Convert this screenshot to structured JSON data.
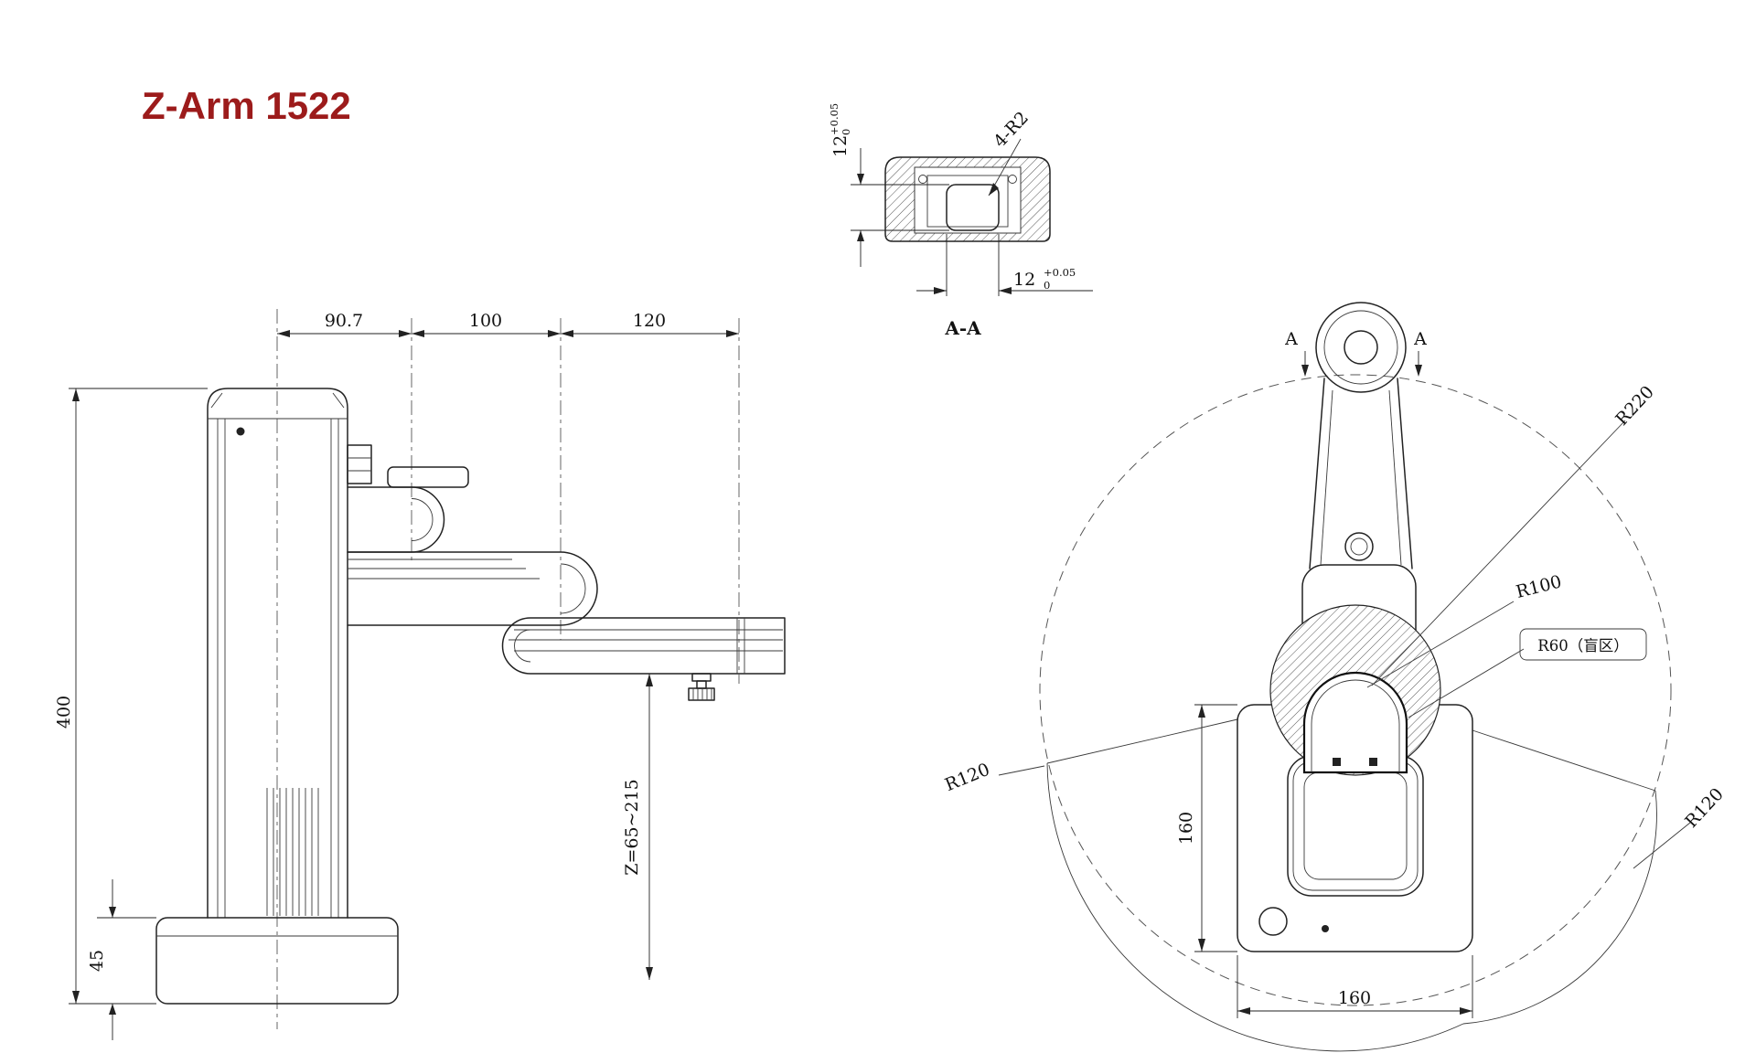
{
  "title": "Z-Arm 1522",
  "colors": {
    "title": "#9c1b1b",
    "line": "#222222"
  },
  "side_view": {
    "dim_top_1": "90.7",
    "dim_top_2": "100",
    "dim_top_3": "120",
    "dim_height": "400",
    "dim_base_height": "45",
    "dim_z_stroke": "Z=65~215"
  },
  "section_view": {
    "label": "A-A",
    "corner_note": "4-R2",
    "dim_vertical": {
      "value": "12",
      "tol_top": "+0.05",
      "tol_bottom": "0"
    },
    "dim_horizontal": {
      "value": "12",
      "tol_top": "+0.05",
      "tol_bottom": "0"
    }
  },
  "top_view": {
    "r220": "R220",
    "r100": "R100",
    "blind_zone": "R60（盲区）",
    "r120_left": "R120",
    "r120_right": "R120",
    "dim_height": "160",
    "dim_width": "160",
    "section_left": "A",
    "section_right": "A"
  }
}
